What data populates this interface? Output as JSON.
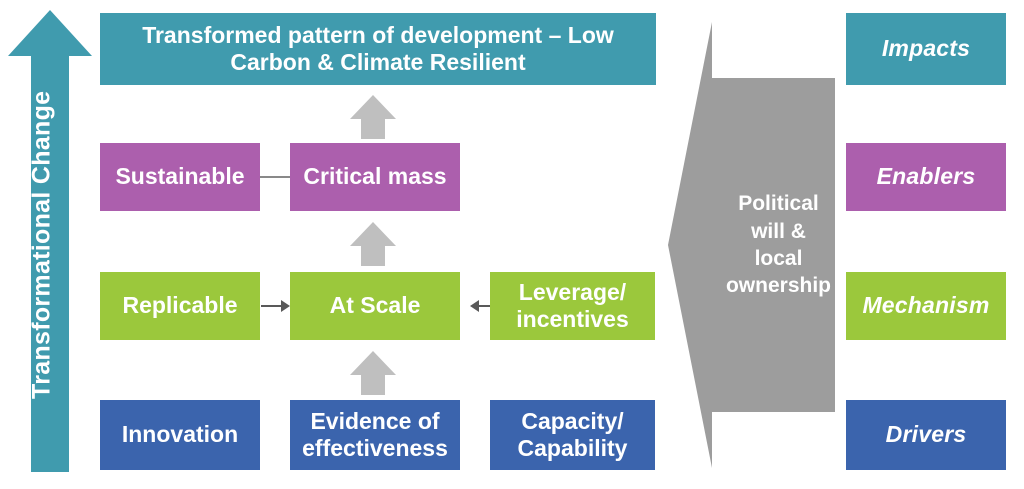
{
  "diagram": {
    "title_axis": {
      "label": "Transformational Change"
    },
    "side_arrow": {
      "label": "Political will &\nlocal\nownership",
      "color": "#9D9D9D"
    },
    "rows": [
      {
        "legend": "Impacts",
        "color": "#409BAE",
        "boxes": [
          {
            "label": "Transformed pattern of development – Low Carbon & Climate Resilient"
          }
        ]
      },
      {
        "legend": "Enablers",
        "color": "#AC5FAD",
        "boxes": [
          {
            "label": "Sustainable"
          },
          {
            "label": "Critical mass"
          }
        ]
      },
      {
        "legend": "Mechanism",
        "color": "#9BC83C",
        "boxes": [
          {
            "label": "Replicable"
          },
          {
            "label": "At Scale"
          },
          {
            "label": "Leverage/ incentives"
          }
        ]
      },
      {
        "legend": "Drivers",
        "color": "#3B64AD",
        "boxes": [
          {
            "label": "Innovation"
          },
          {
            "label": "Evidence of effectiveness"
          },
          {
            "label": "Capacity/ Capability"
          }
        ]
      }
    ],
    "box_text": {
      "impact_main": "Transformed pattern of development – Low Carbon & Climate Resilient",
      "sustainable": "Sustainable",
      "critical_mass": "Critical mass",
      "replicable": "Replicable",
      "at_scale": "At Scale",
      "leverage_line1": "Leverage/",
      "leverage_line2": "incentives",
      "innovation": "Innovation",
      "evidence_line1": "Evidence of",
      "evidence_line2": "effectiveness",
      "capacity_line1": "Capacity/",
      "capacity_line2": "Capability",
      "political_line1": "Political",
      "political_line2": "will &",
      "political_line3": "local",
      "political_line4": "ownership"
    },
    "legend_text": {
      "impacts": "Impacts",
      "enablers": "Enablers",
      "mechanism": "Mechanism",
      "drivers": "Drivers"
    },
    "axis_label": "Transformational Change",
    "colors": {
      "teal": "#409BAE",
      "purple": "#AC5FAD",
      "green": "#9BC83C",
      "blue": "#3B64AD",
      "gray": "#9D9D9D",
      "connector": "#595959"
    }
  }
}
